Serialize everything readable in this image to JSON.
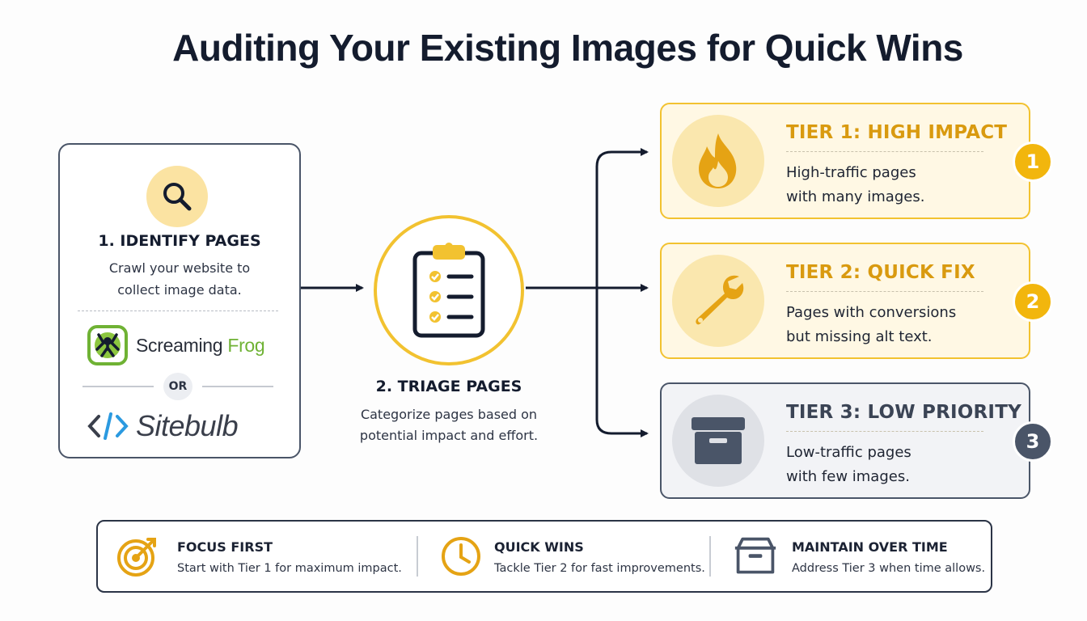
{
  "title": "Auditing Your Existing Images for Quick Wins",
  "step1": {
    "title": "1. IDENTIFY PAGES",
    "desc_line1": "Crawl your website to",
    "desc_line2": "collect image data.",
    "tool1_part1": "Screaming ",
    "tool1_part2": "Frog",
    "or_label": "OR",
    "tool2": "Sitebulb"
  },
  "step2": {
    "title": "2. TRIAGE PAGES",
    "desc_line1": "Categorize pages based on",
    "desc_line2": "potential impact and effort."
  },
  "tiers": [
    {
      "title": "TIER 1: HIGH IMPACT",
      "desc_line1": "High-traffic pages",
      "desc_line2": "with many images.",
      "badge": "1",
      "icon": "flame-icon"
    },
    {
      "title": "TIER 2: QUICK FIX",
      "desc_line1": "Pages with conversions",
      "desc_line2": "but missing alt text.",
      "badge": "2",
      "icon": "wrench-icon"
    },
    {
      "title": "TIER 3: LOW PRIORITY",
      "desc_line1": "Low-traffic pages",
      "desc_line2": "with few images.",
      "badge": "3",
      "icon": "archive-box-icon"
    }
  ],
  "footer": [
    {
      "title": "FOCUS FIRST",
      "desc": "Start with Tier 1 for maximum impact.",
      "icon": "target-icon"
    },
    {
      "title": "QUICK WINS",
      "desc": "Tackle Tier 2 for fast improvements.",
      "icon": "clock-icon"
    },
    {
      "title": "MAINTAIN OVER TIME",
      "desc": "Address Tier 3 when time allows.",
      "icon": "open-box-icon"
    }
  ],
  "colors": {
    "accent": "#f2c230",
    "accent_dark": "#d99a0f",
    "navy": "#141c2e",
    "slate": "#4a5568",
    "frog_green": "#6fb234",
    "sitebulb_blue": "#2b9ae0"
  }
}
